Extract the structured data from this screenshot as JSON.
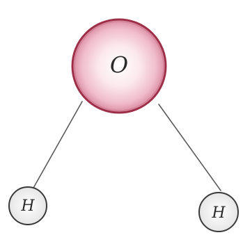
{
  "molecule": {
    "oxygen": {
      "label": "O",
      "fill_color": "#f2c6d0",
      "rim_color": "#9e2f49"
    },
    "hydrogens": [
      {
        "label": "H"
      },
      {
        "label": "H"
      }
    ],
    "bond_color": "#5a5a5a",
    "outline_color": "#3a3a3a",
    "hydrogen_fill": "#f1f1f1"
  }
}
